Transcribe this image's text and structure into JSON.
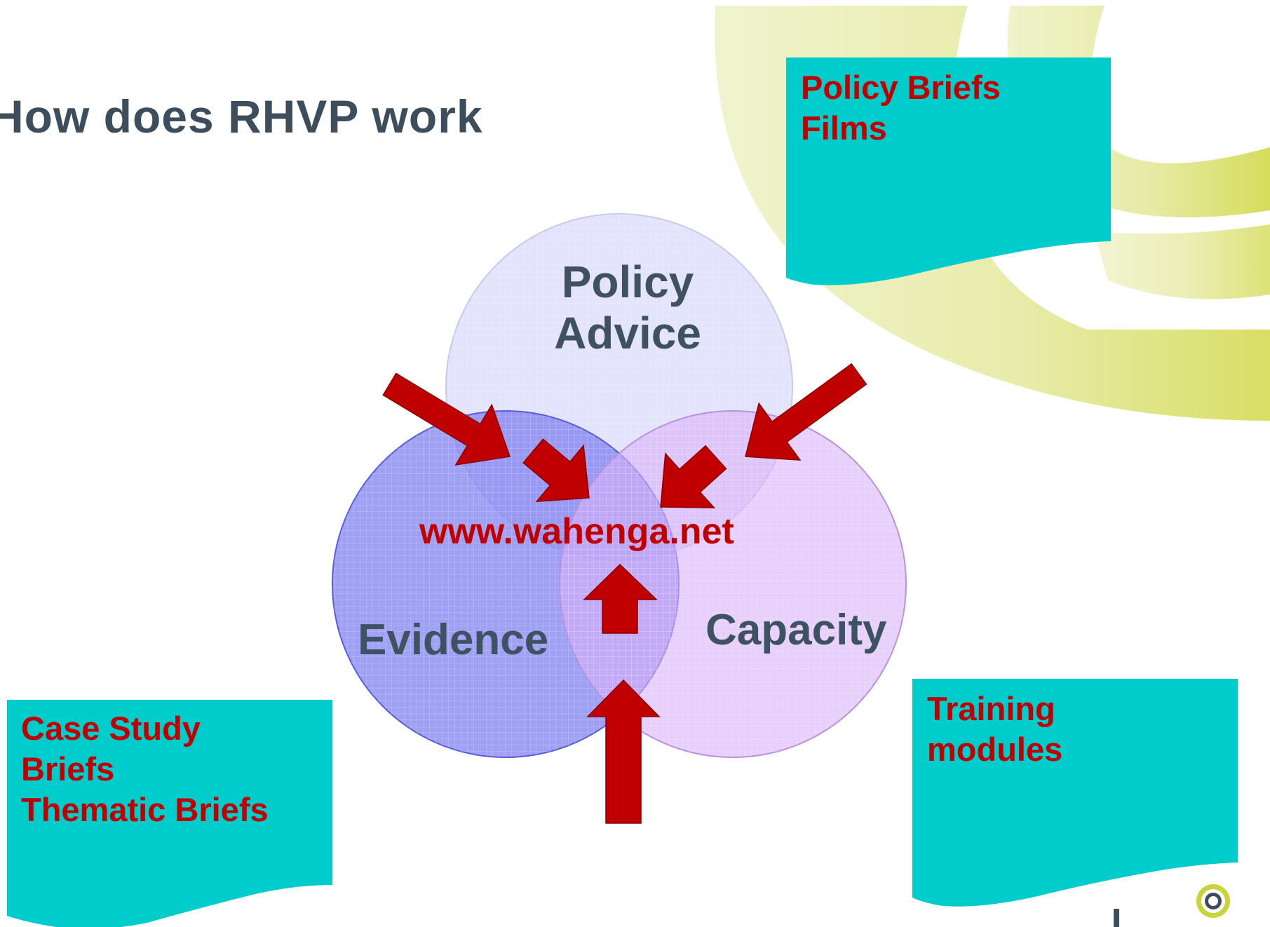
{
  "slide": {
    "title": "How does RHVP work"
  },
  "diagram": {
    "circles": {
      "policy": "Policy Advice",
      "evidence": "Evidence",
      "capacity": "Capacity"
    },
    "center_label": "www.wahenga.net",
    "notes": {
      "top_right": [
        "Policy Briefs",
        "Films"
      ],
      "bottom_left": [
        "Case Study",
        "Briefs",
        "Thematic Briefs"
      ],
      "bottom_right": [
        "Training",
        "modules"
      ]
    }
  },
  "colors": {
    "title_text": "#3c4e5c",
    "label_text": "#3f5262",
    "accent_red": "#c00000",
    "note_fill": "#00cccc",
    "circle_policy": "#dcdcfa",
    "circle_evidence": "#8f8ff5",
    "circle_capacity": "#e2c2fb",
    "logo_swirl": "#d8dc5a"
  },
  "icons": {
    "logo": "swirl-logo-icon"
  }
}
